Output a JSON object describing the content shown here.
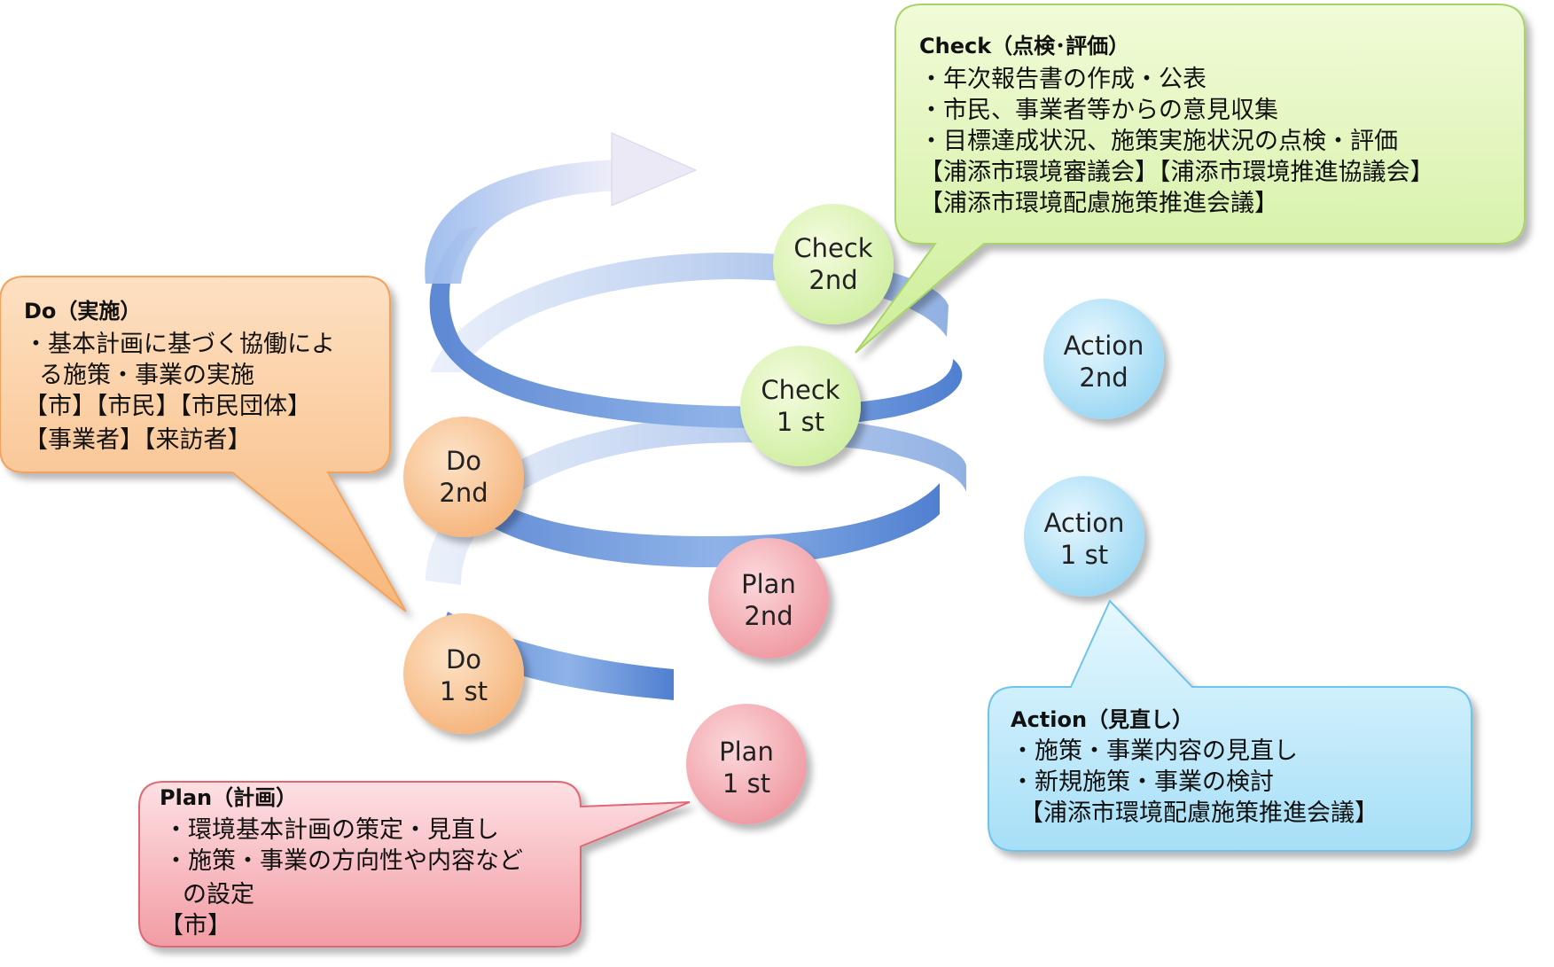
{
  "colors": {
    "spiral": "#4f7fd0",
    "spiral_light": "#cfdcf4",
    "plan": "#f4a3aa",
    "do": "#f8bd86",
    "check": "#d9f2a6",
    "action": "#a9def6"
  },
  "nodes": {
    "plan_1st": {
      "line1": "Plan",
      "line2": "1 st"
    },
    "plan_2nd": {
      "line1": "Plan",
      "line2": "2nd"
    },
    "do_1st": {
      "line1": "Do",
      "line2": "1 st"
    },
    "do_2nd": {
      "line1": "Do",
      "line2": "2nd"
    },
    "check_1st": {
      "line1": "Check",
      "line2": "1 st"
    },
    "check_2nd": {
      "line1": "Check",
      "line2": "2nd"
    },
    "action_1st": {
      "line1": "Action",
      "line2": "1 st"
    },
    "action_2nd": {
      "line1": "Action",
      "line2": "2nd"
    }
  },
  "callouts": {
    "check": {
      "title": "Check（点検･評価）",
      "lines": [
        "・年次報告書の作成・公表",
        "・市民、事業者等からの意見収集",
        "・目標達成状況、施策実施状況の点検・評価",
        "【浦添市環境審議会】【浦添市環境推進協議会】",
        "【浦添市環境配慮施策推進会議】"
      ]
    },
    "do": {
      "title": "Do（実施）",
      "lines": [
        "・基本計画に基づく協働によ",
        "る施策・事業の実施",
        "【市】【市民】【市民団体】",
        "【事業者】【来訪者】"
      ]
    },
    "action": {
      "title": "Action（見直し）",
      "lines": [
        "・施策・事業内容の見直し",
        "・新規施策・事業の検討",
        "【浦添市環境配慮施策推進会議】"
      ]
    },
    "plan": {
      "title": "Plan（計画）",
      "lines": [
        "・環境基本計画の策定・見直し",
        "・施策・事業の方向性や内容など",
        "の設定",
        "【市】"
      ]
    }
  }
}
